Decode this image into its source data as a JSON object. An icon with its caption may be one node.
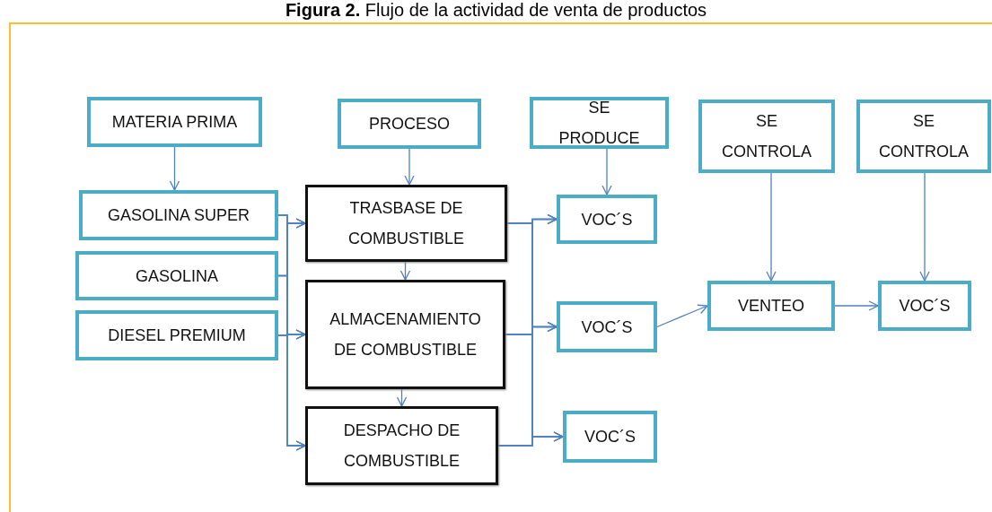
{
  "diagram": {
    "title": "**Figura 2.** Flujo de la actividad de venta de productos",
    "nodes": [
      {
        "text": [
          "MATERIA PRIMA"
        ]
      },
      {
        "text": [
          "PROCESO"
        ]
      },
      {
        "text": [
          "SE PRODUCE"
        ]
      },
      {
        "text": [
          "SE CONTROLA"
        ]
      },
      {
        "text": [
          "SE CONTROLA"
        ]
      },
      {
        "text": [
          "GASOLINA SUPER"
        ]
      },
      {
        "text": [
          "GASOLINA"
        ]
      },
      {
        "text": [
          "DIESEL PREMIUM"
        ]
      },
      {
        "text": [
          "TRASBASE DE COMBUSTIBLE"
        ]
      },
      {
        "text": [
          "ALMACENAMIENTO DE COMBUSTIBLE"
        ]
      },
      {
        "text": [
          "DESPACHO DE COMBUSTIBLE"
        ]
      },
      {
        "text": [
          "VOC´S"
        ]
      },
      {
        "text": [
          "VOC´S"
        ]
      },
      {
        "text": [
          "VOC´S"
        ]
      },
      {
        "text": [
          "VENTEO"
        ]
      },
      {
        "text": [
          "VOC´S"
        ]
      }
    ],
    "edges": [
      {
        "from": 0,
        "to": 5,
        "arrow": "to"
      },
      {
        "from": 1,
        "to": 8,
        "arrow": "to"
      },
      {
        "from": 2,
        "to": 11,
        "arrow": "to"
      },
      {
        "from": 8,
        "to": 9,
        "arrow": "to"
      },
      {
        "from": 9,
        "to": 10,
        "arrow": "to"
      },
      {
        "from": 3,
        "to": 14,
        "arrow": "to"
      },
      {
        "from": 4,
        "to": 15,
        "arrow": "to"
      },
      {
        "from": 5,
        "to": 8,
        "arrow": "to"
      },
      {
        "from": 5,
        "to": 9,
        "arrow": "to"
      },
      {
        "from": 5,
        "to": 10,
        "arrow": "to"
      },
      {
        "from": 6,
        "to": 8,
        "arrow": "to"
      },
      {
        "from": 6,
        "to": 9,
        "arrow": "to"
      },
      {
        "from": 6,
        "to": 10,
        "arrow": "to"
      },
      {
        "from": 7,
        "to": 8,
        "arrow": "to"
      },
      {
        "from": 7,
        "to": 9,
        "arrow": "to"
      },
      {
        "from": 7,
        "to": 10,
        "arrow": "to"
      },
      {
        "from": 8,
        "to": 11,
        "arrow": "to"
      },
      {
        "from": 8,
        "to": 12,
        "arrow": "to"
      },
      {
        "from": 8,
        "to": 13,
        "arrow": "to"
      },
      {
        "from": 9,
        "to": 11,
        "arrow": "to"
      },
      {
        "from": 9,
        "to": 12,
        "arrow": "to"
      },
      {
        "from": 9,
        "to": 13,
        "arrow": "to"
      },
      {
        "from": 10,
        "to": 11,
        "arrow": "to"
      },
      {
        "from": 10,
        "to": 12,
        "arrow": "to"
      },
      {
        "from": 10,
        "to": 13,
        "arrow": "to"
      },
      {
        "from": 12,
        "to": 14,
        "arrow": "to"
      },
      {
        "from": 14,
        "to": 15,
        "arrow": "to"
      }
    ]
  }
}
